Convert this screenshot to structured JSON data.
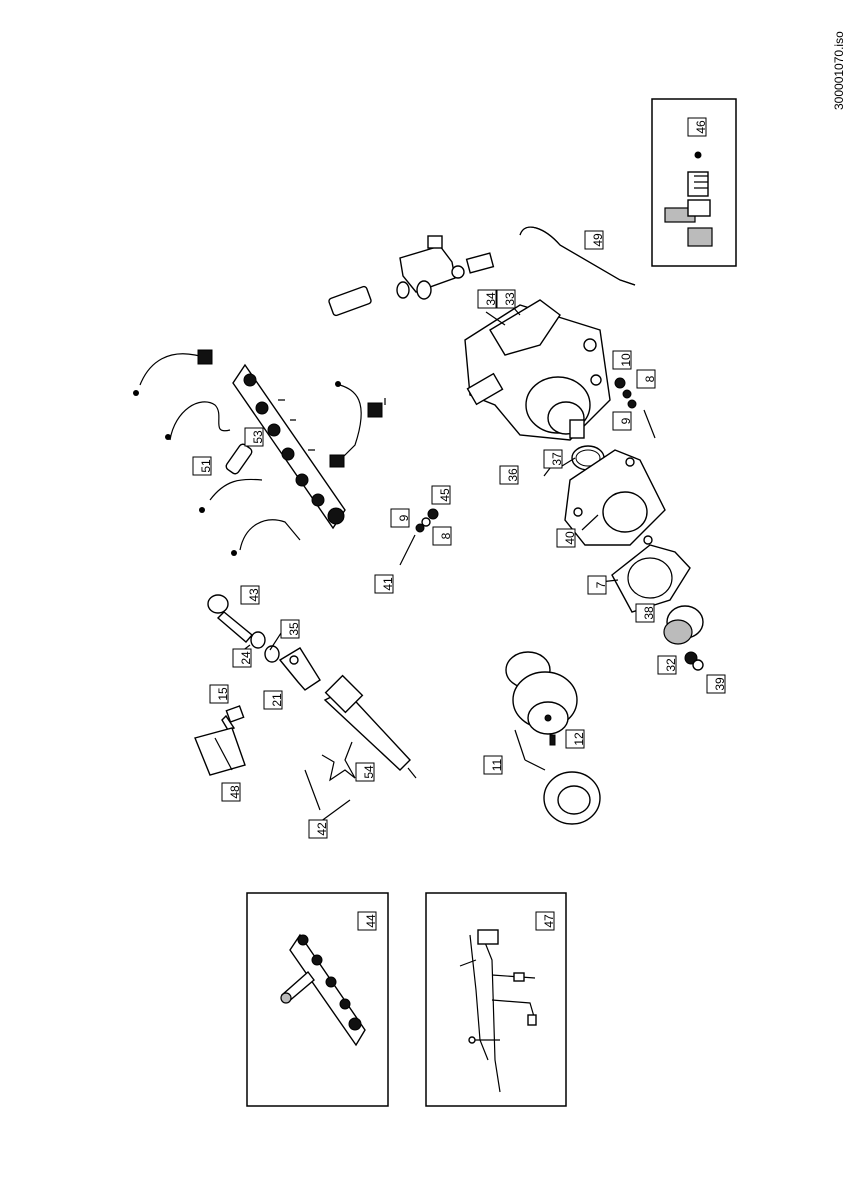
{
  "drawing_id": "300001070.iso",
  "callouts": [
    {
      "id": "c7",
      "label": "7"
    },
    {
      "id": "c8a",
      "label": "8"
    },
    {
      "id": "c8b",
      "label": "8"
    },
    {
      "id": "c9a",
      "label": "9"
    },
    {
      "id": "c9b",
      "label": "9"
    },
    {
      "id": "c10",
      "label": "10"
    },
    {
      "id": "c11",
      "label": "11"
    },
    {
      "id": "c12",
      "label": "12"
    },
    {
      "id": "c15",
      "label": "15"
    },
    {
      "id": "c21",
      "label": "21"
    },
    {
      "id": "c24",
      "label": "24"
    },
    {
      "id": "c32",
      "label": "32"
    },
    {
      "id": "c33",
      "label": "33"
    },
    {
      "id": "c34",
      "label": "34"
    },
    {
      "id": "c35",
      "label": "35"
    },
    {
      "id": "c36",
      "label": "36"
    },
    {
      "id": "c37",
      "label": "37"
    },
    {
      "id": "c38",
      "label": "38"
    },
    {
      "id": "c39",
      "label": "39"
    },
    {
      "id": "c40",
      "label": "40"
    },
    {
      "id": "c41",
      "label": "41"
    },
    {
      "id": "c42",
      "label": "42"
    },
    {
      "id": "c43",
      "label": "43"
    },
    {
      "id": "c44",
      "label": "44"
    },
    {
      "id": "c45",
      "label": "45"
    },
    {
      "id": "c46",
      "label": "46"
    },
    {
      "id": "c47",
      "label": "47"
    },
    {
      "id": "c48",
      "label": "48"
    },
    {
      "id": "c49",
      "label": "49"
    },
    {
      "id": "c51",
      "label": "51"
    },
    {
      "id": "c53",
      "label": "53"
    },
    {
      "id": "c54",
      "label": "54"
    }
  ]
}
